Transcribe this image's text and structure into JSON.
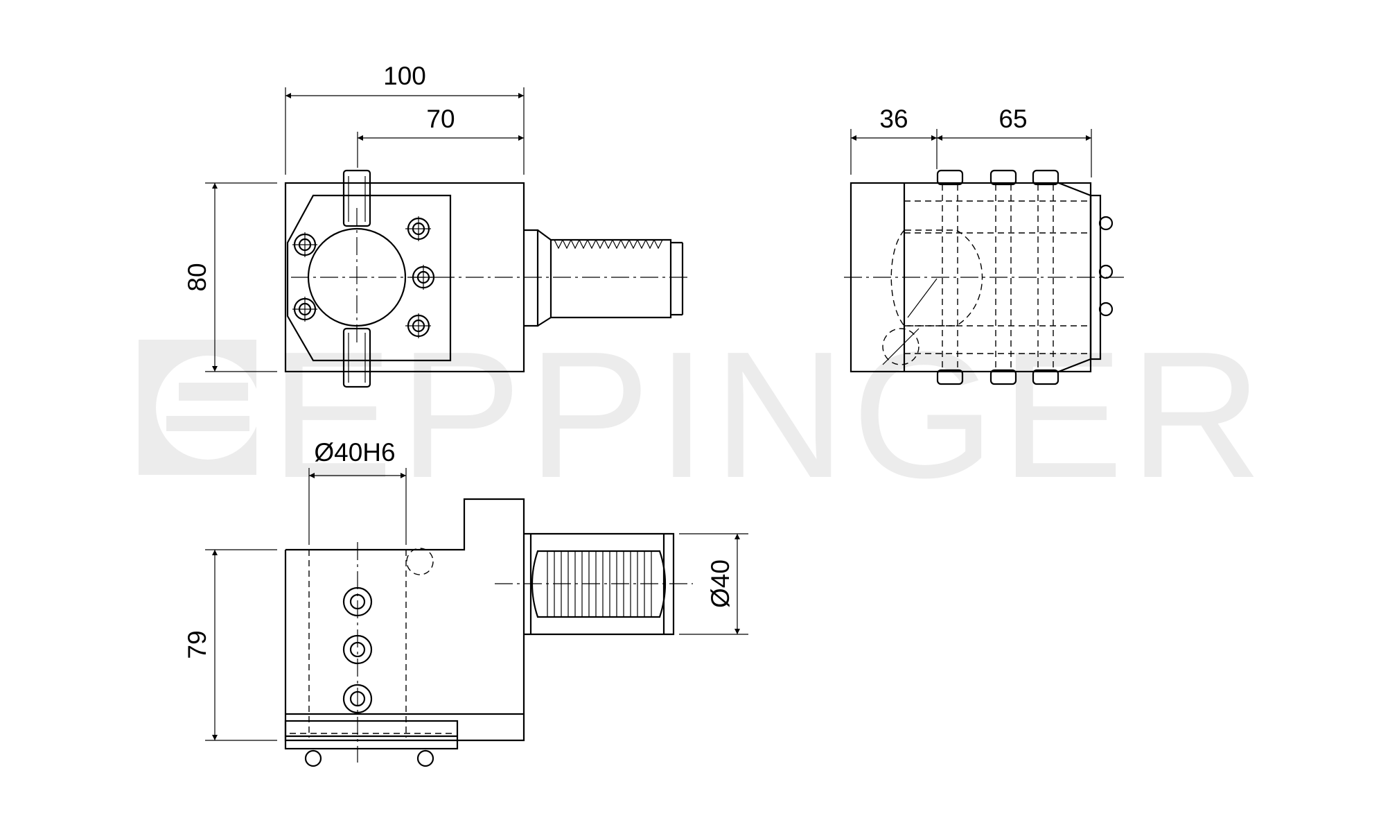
{
  "brand": {
    "watermark": "EPPINGER"
  },
  "dimensions": {
    "top_width_total": "100",
    "top_width_shank": "70",
    "top_height": "80",
    "side_depth": "36",
    "side_length": "65",
    "bottom_bore": "Ø40H6",
    "bottom_height": "79",
    "shank_diameter": "Ø40"
  },
  "colors": {
    "line": "#000000",
    "watermark": "#ececec",
    "background": "#ffffff"
  }
}
